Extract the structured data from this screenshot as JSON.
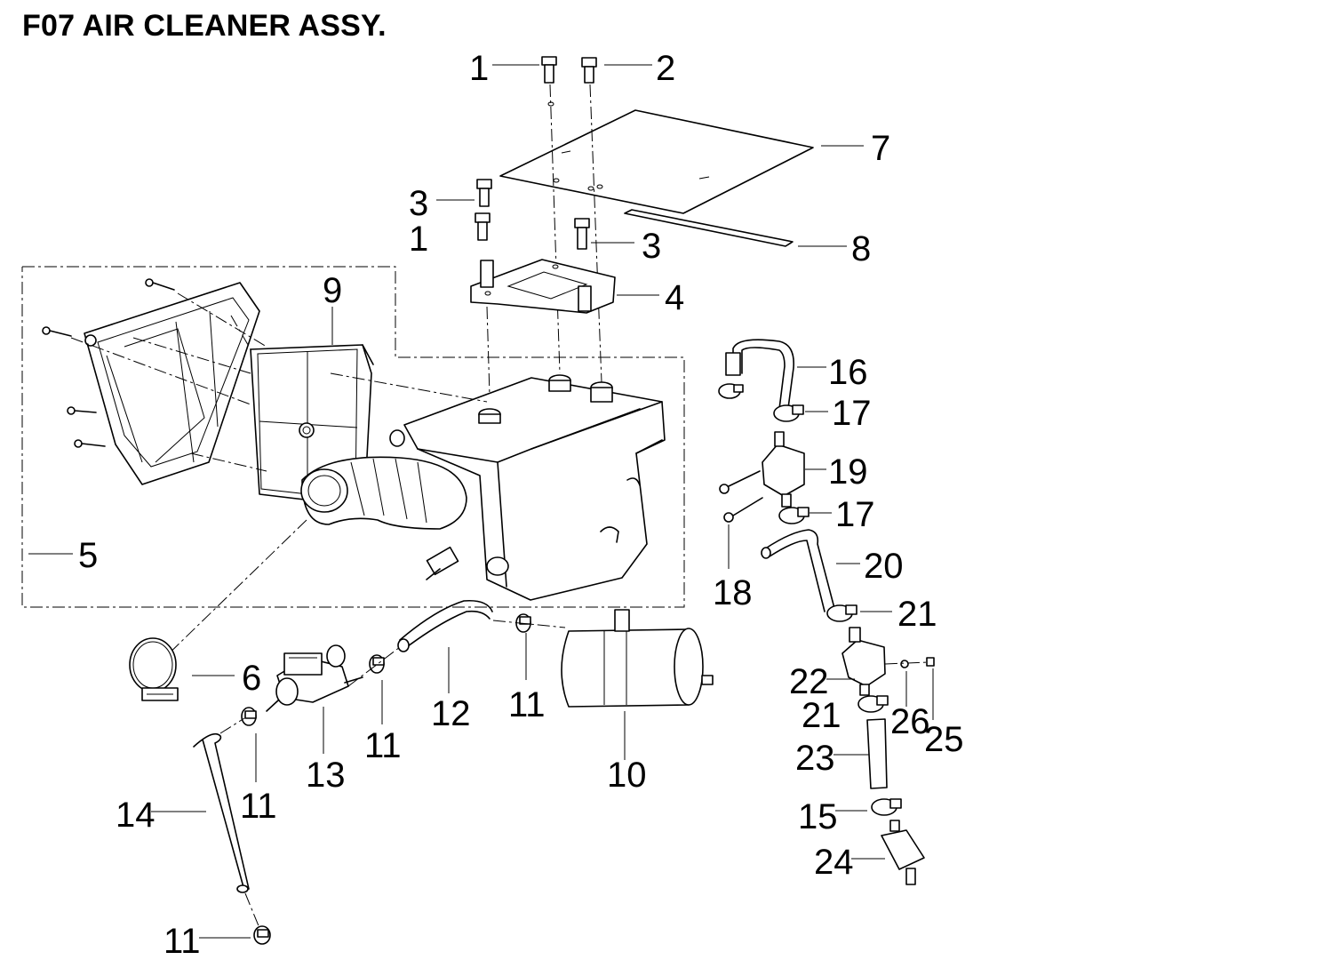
{
  "title": "F07 AIR CLEANER ASSY.",
  "callouts": [
    {
      "id": "c1a",
      "label": "1"
    },
    {
      "id": "c2",
      "label": "2"
    },
    {
      "id": "c7",
      "label": "7"
    },
    {
      "id": "c3a",
      "label": "3"
    },
    {
      "id": "c1b",
      "label": "1"
    },
    {
      "id": "c3b",
      "label": "3"
    },
    {
      "id": "c8",
      "label": "8"
    },
    {
      "id": "c9",
      "label": "9"
    },
    {
      "id": "c4",
      "label": "4"
    },
    {
      "id": "c16",
      "label": "16"
    },
    {
      "id": "c17a",
      "label": "17"
    },
    {
      "id": "c19",
      "label": "19"
    },
    {
      "id": "c17b",
      "label": "17"
    },
    {
      "id": "c5",
      "label": "5"
    },
    {
      "id": "c18",
      "label": "18"
    },
    {
      "id": "c20",
      "label": "20"
    },
    {
      "id": "c21a",
      "label": "21"
    },
    {
      "id": "c6",
      "label": "6"
    },
    {
      "id": "c22",
      "label": "22"
    },
    {
      "id": "c12",
      "label": "12"
    },
    {
      "id": "c11a",
      "label": "11"
    },
    {
      "id": "c21b",
      "label": "21"
    },
    {
      "id": "c26",
      "label": "26"
    },
    {
      "id": "c25",
      "label": "25"
    },
    {
      "id": "c11b",
      "label": "11"
    },
    {
      "id": "c13",
      "label": "13"
    },
    {
      "id": "c10",
      "label": "10"
    },
    {
      "id": "c23",
      "label": "23"
    },
    {
      "id": "c11c",
      "label": "11"
    },
    {
      "id": "c14",
      "label": "14"
    },
    {
      "id": "c15",
      "label": "15"
    },
    {
      "id": "c24",
      "label": "24"
    },
    {
      "id": "c11d",
      "label": "11"
    }
  ]
}
